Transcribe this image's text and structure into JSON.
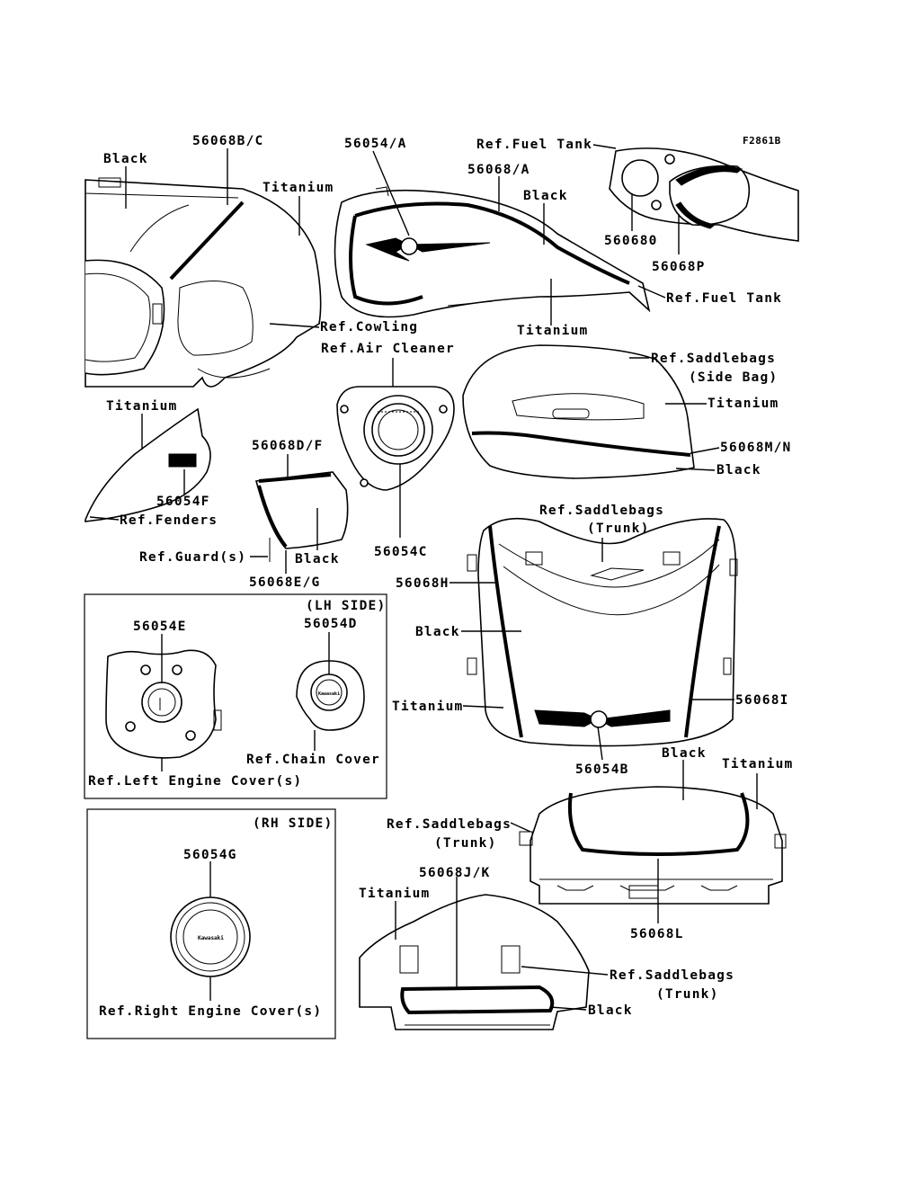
{
  "figure_code": "F2861B",
  "labels": {
    "l_56068bc": "56068B/C",
    "l_black_cowl": "Black",
    "l_titanium_cowl": "Titanium",
    "l_56054a": "56054/A",
    "l_56068a": "56068/A",
    "l_black_tank": "Black",
    "l_ref_fuel_tank_top": "Ref.Fuel Tank",
    "l_560680": "560680",
    "l_56068p": "56068P",
    "l_ref_fuel_tank": "Ref.Fuel Tank",
    "l_titanium_tank": "Titanium",
    "l_ref_cowling": "Ref.Cowling",
    "l_ref_air_cleaner": "Ref.Air Cleaner",
    "l_ref_saddlebags_side_1": "Ref.Saddlebags",
    "l_ref_saddlebags_side_2": "(Side Bag)",
    "l_titanium_side": "Titanium",
    "l_56068mn": "56068M/N",
    "l_black_side": "Black",
    "l_titanium_fender": "Titanium",
    "l_56054f": "56054F",
    "l_ref_fenders": "Ref.Fenders",
    "l_56068df": "56068D/F",
    "l_black_guard": "Black",
    "l_ref_guards": "Ref.Guard(s)",
    "l_56068eg": "56068E/G",
    "l_56054c": "56054C",
    "l_ref_trunk_1a": "Ref.Saddlebags",
    "l_ref_trunk_1b": "(Trunk)",
    "l_56068h": "56068H",
    "l_black_trunk": "Black",
    "l_titanium_trunk": "Titanium",
    "l_56068i": "56068I",
    "l_56054b": "56054B",
    "l_lh_side": "(LH SIDE)",
    "l_56054e": "56054E",
    "l_56054d": "56054D",
    "l_ref_chain_cover": "Ref.Chain Cover",
    "l_ref_left_engine": "Ref.Left Engine Cover(s)",
    "l_rh_side": "(RH SIDE)",
    "l_56054g": "56054G",
    "l_ref_right_engine": "Ref.Right Engine Cover(s)",
    "l_black_trunk2": "Black",
    "l_titanium_trunk2": "Titanium",
    "l_ref_trunk_2a": "Ref.Saddlebags",
    "l_ref_trunk_2b": "(Trunk)",
    "l_56068l": "56068L",
    "l_titanium_trunk3": "Titanium",
    "l_56068jk": "56068J/K",
    "l_ref_trunk_3a": "Ref.Saddlebags",
    "l_ref_trunk_3b": "(Trunk)",
    "l_black_trunk3": "Black"
  },
  "emblem_text": "Kawasaki"
}
